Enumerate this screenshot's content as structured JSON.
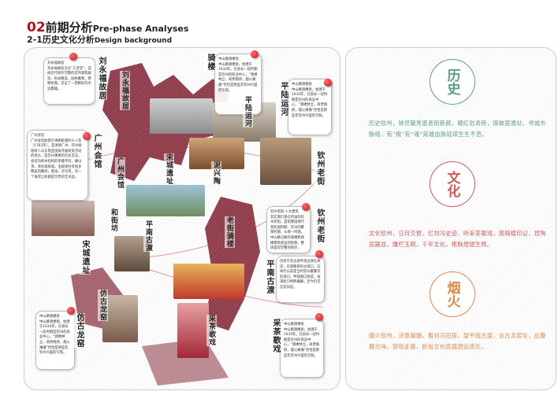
{
  "header": {
    "num": "02",
    "title_cn": "前期分析",
    "title_en": "Pre-phase Analyses",
    "sub_cn": "2-1历史文化分析",
    "sub_en": "Design background"
  },
  "colors": {
    "maroon": "#8c3a48",
    "history": "#5aa17f",
    "culture": "#d25a5a",
    "fire": "#e0894a"
  },
  "labels": [
    "刘永福故居",
    "刘永福故居",
    "骑楼",
    "平陆运河",
    "平陆运河",
    "广州会馆",
    "广州会馆",
    "宋城遗址",
    "泥兴陶",
    "钦州老街",
    "钦州老街",
    "和街坊",
    "平南古渡",
    "宋城遗址",
    "老街骑楼",
    "平南古渡",
    "仿古龙窑",
    "仿古龙窑",
    "采茶歌戏",
    "采茶歌戏"
  ],
  "cards": [
    {
      "title": "刘永福故居",
      "text": "刘永福故居又名“三宣堂”，是依近代保存完整的宏伟建筑群里，布局精美，园林雅致，堪称经典，见证了一卷精彩的文化典籍。"
    },
    {
      "title": "中山路骑楼街",
      "text": "中山路骑楼街，始建于1934年，在很长一段时期是钦州的商业中心，“骑楼林立，商贾络绎，烟火阑珊”恰恰是那些年钦州兴盛的写照。"
    },
    {
      "title": "中山路骑楼街",
      "text": "中山路骑楼街，始建于1934年，在很长一段时期是钦州的商业中心，“骑楼林立，商贾络绎，烟火阑珊”恰恰是那些年钦州兴盛的写照。"
    },
    {
      "title": "广州会馆",
      "text": "广州会馆始建于清朝乾隆四十八年（1783年），是清朝广州、钦州两地商人与东南亚国家开展商贸活动的地方，是钦州重要的历史见证。会馆为砖木结构的单檐平房，硬山顶，清水墙抹墙，主殿梁柱有很多精美的雕刻，壁画、诗句等，有一个值得之处都是珍贵的艺术品。"
    },
    {
      "title": "钦州老街 人文建筑",
      "text": "其实我们现在所说的钦州老街，是指我国清代到民国时期、钦州的繁荣时期，从那一时期，中山路沿路的骑楼和骑楼建筑周边的街巷，整体是较完整的保存。"
    },
    {
      "title": "",
      "text": "历经千年古渡平南古渡在本岸，在南朝即有古渡口，在宋代以前是当时钦州最繁华的港口，伴随港口商贸，往来船只熙熙攘攘，至今仍可见其旧迹。"
    },
    {
      "title": "中山路骑楼街",
      "text": "中山路骑楼街，始建于1934年，在很长一段时期是钦州的商业中心，“骑楼林立，商贾络绎，烟火阑珊”恰恰是那些年钦州兴盛的写照。"
    },
    {
      "title": "中山路骑楼街",
      "text": "中山路骑楼街，始建于1934年，在很长一段时期是钦州的商业中心，“骑楼林立，商贾络绎，烟火阑珊”恰恰是那些年钦州兴盛的写照。"
    }
  ],
  "right": {
    "seal1": "历史",
    "para1": "历史钦州，钟灵毓秀逛老街新颜，踏红岩青砖，探故居遗址，寻城市脉络，有“根”有“魂”英雄血脉延续生生不息。",
    "seal2": "文化",
    "para2": "文化钦州，日月交替，忆刘冯史迹，听采茶歌戏，观骑楼印记，捏陶泥器皿，雕栏玉砌，千年文化，根脉熠熠生辉。",
    "seal3": "烟火",
    "para3": "烟火钦州，诗意阑珊，看刘冯旧居，望平南古渡，访古龙窑址，品簪簪古味，穿街走巷，民俗文化底蕴源远流长。"
  }
}
